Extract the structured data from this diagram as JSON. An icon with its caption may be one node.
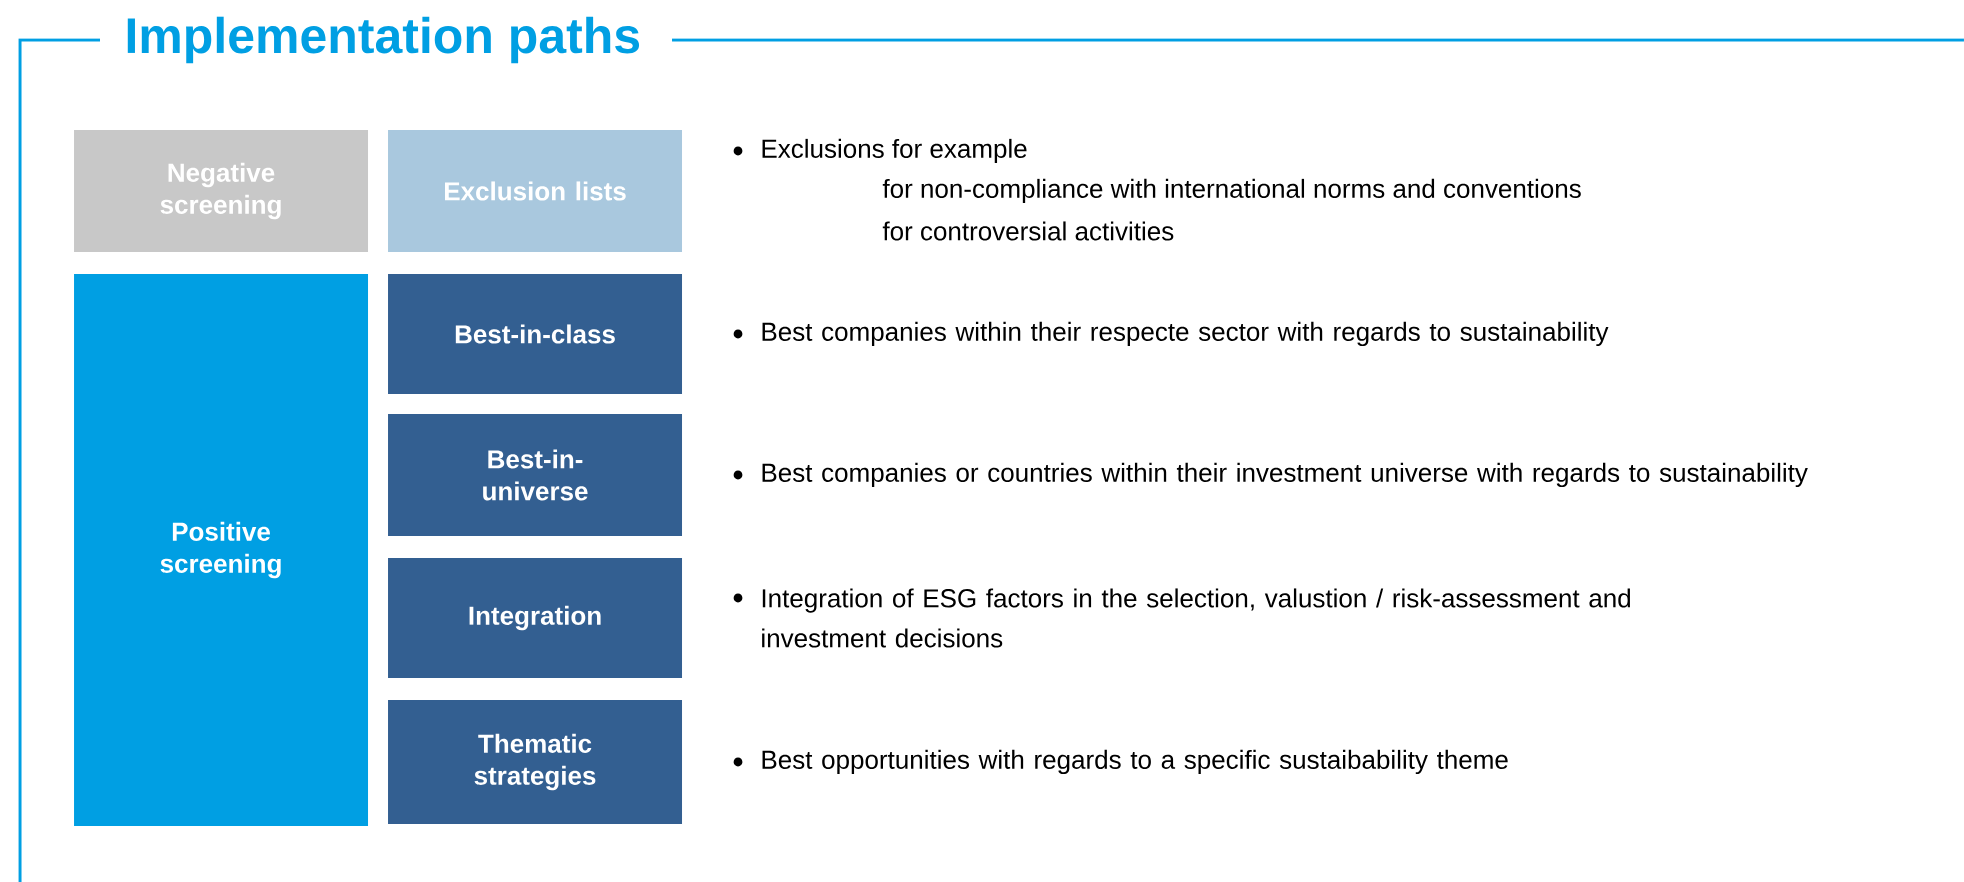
{
  "diagram": {
    "title": "Implementation paths",
    "nodes": [
      {
        "text": [
          "Negative screening"
        ]
      },
      {
        "text": [
          "Exclusion lists"
        ],
        "beside": [
          "Exclusions for example",
          "for non-compliance with international norms and conventions",
          "for controversial activities"
        ]
      },
      {
        "text": [
          "Positive screening"
        ]
      },
      {
        "text": [
          "Best-in-class"
        ],
        "beside": [
          "Best companies within their respecte sector with regards to sustainability"
        ]
      },
      {
        "text": [
          "Best-in-universe"
        ],
        "beside": [
          "Best companies or countries within their investment universe with regards to sustainability"
        ]
      },
      {
        "text": [
          "Integration"
        ],
        "beside": [
          "Integration of ESG factors in the selection, valustion / risk-assessment and investment decisions"
        ]
      },
      {
        "text": [
          "Thematic strategies"
        ],
        "beside": [
          "Best opportunities with regards to a specific sustaibability theme"
        ]
      }
    ]
  }
}
